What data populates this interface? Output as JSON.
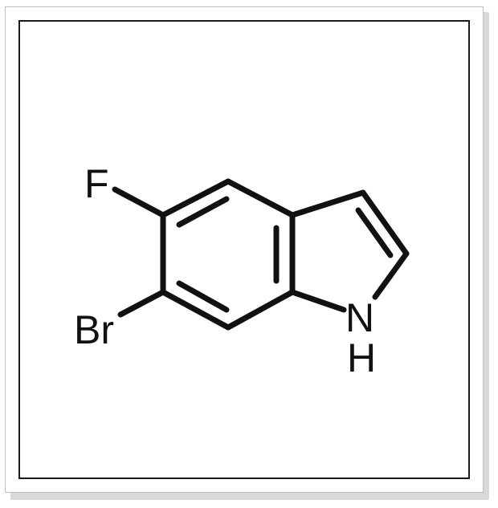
{
  "molecule": {
    "atoms": {
      "fluorine": "F",
      "bromine": "Br",
      "nitrogen": "N",
      "hydrogen": "H"
    }
  },
  "colors": {
    "ink": "#111111",
    "background": "#ffffff",
    "frame_border": "#bdbdbd",
    "shadow": "#d9d9d9"
  }
}
